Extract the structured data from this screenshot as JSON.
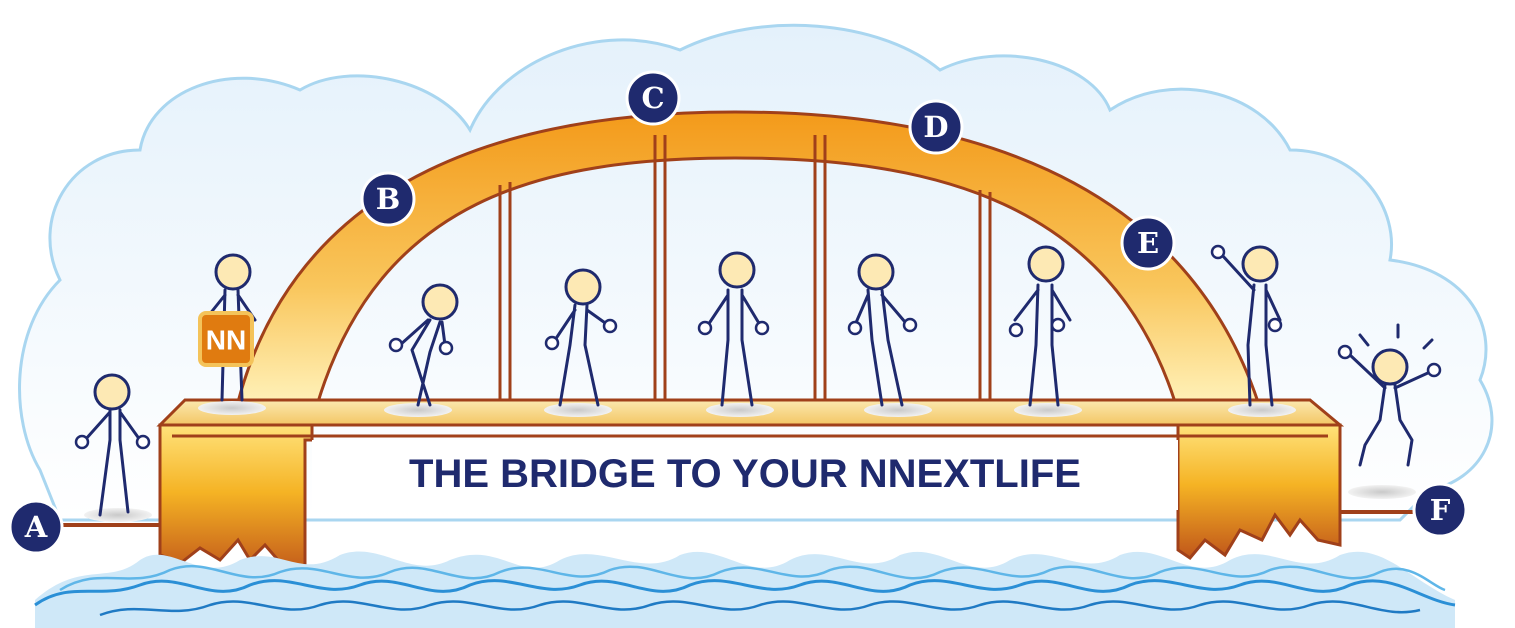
{
  "banner": {
    "title": "THE BRIDGE TO YOUR NNEXTLIFE"
  },
  "logo": {
    "label": "NN"
  },
  "stages": [
    {
      "id": "a",
      "label": "A"
    },
    {
      "id": "b",
      "label": "B"
    },
    {
      "id": "c",
      "label": "C"
    },
    {
      "id": "d",
      "label": "D"
    },
    {
      "id": "e",
      "label": "E"
    },
    {
      "id": "f",
      "label": "F"
    }
  ],
  "colors": {
    "navy": "#1f2a6e",
    "arch_orange": "#f5a623",
    "arch_outline": "#a0401a",
    "deck": "#fde8a8",
    "water_blue": "#5fb6e8",
    "cloud": "#e9f4fc"
  }
}
